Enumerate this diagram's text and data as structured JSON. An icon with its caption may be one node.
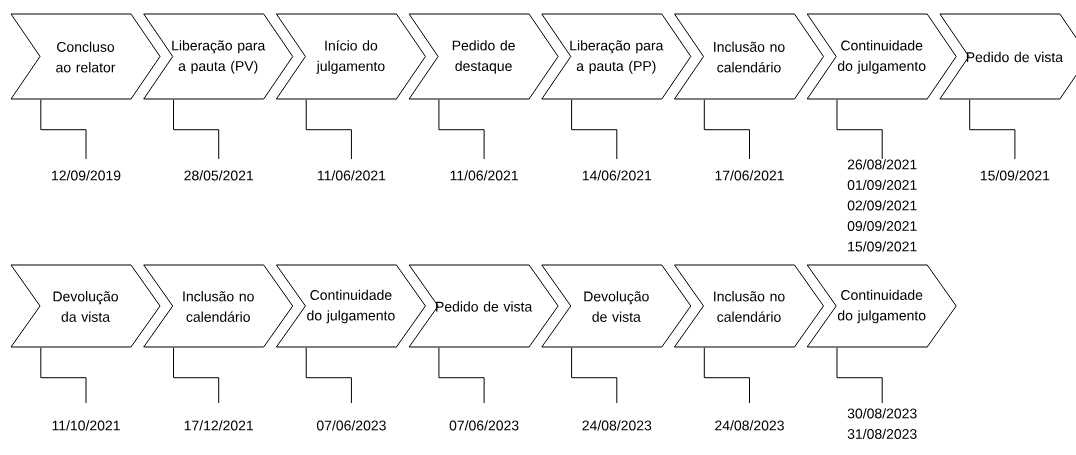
{
  "diagram": {
    "nodes": [
      {
        "text": [
          "Concluso ao relator"
        ]
      },
      {
        "text": [
          "12/09/2019"
        ]
      },
      {
        "text": [
          "Liberação para a pauta (PV)"
        ]
      },
      {
        "text": [
          "28/05/2021"
        ]
      },
      {
        "text": [
          "Início do julgamento"
        ]
      },
      {
        "text": [
          "11/06/2021"
        ]
      },
      {
        "text": [
          "Pedido de destaque"
        ]
      },
      {
        "text": [
          "11/06/2021"
        ]
      },
      {
        "text": [
          "Liberação para a pauta (PP)"
        ]
      },
      {
        "text": [
          "14/06/2021"
        ]
      },
      {
        "text": [
          "Inclusão no calendário"
        ]
      },
      {
        "text": [
          "17/06/2021"
        ]
      },
      {
        "text": [
          "Continuidade do julgamento"
        ]
      },
      {
        "text": [
          "26/08/2021",
          "01/09/2021",
          "02/09/2021",
          "09/09/2021",
          "15/09/2021"
        ]
      },
      {
        "text": [
          "Pedido de vista"
        ]
      },
      {
        "text": [
          "15/09/2021"
        ]
      },
      {
        "text": [
          "Devolução da vista"
        ]
      },
      {
        "text": [
          "11/10/2021"
        ]
      },
      {
        "text": [
          "Inclusão no calendário"
        ]
      },
      {
        "text": [
          "17/12/2021"
        ]
      },
      {
        "text": [
          "Continuidade do julgamento"
        ]
      },
      {
        "text": [
          "07/06/2023"
        ]
      },
      {
        "text": [
          "Pedido de vista"
        ]
      },
      {
        "text": [
          "07/06/2023"
        ]
      },
      {
        "text": [
          "Devolução de vista"
        ]
      },
      {
        "text": [
          "24/08/2023"
        ]
      },
      {
        "text": [
          "Inclusão no calendário"
        ]
      },
      {
        "text": [
          "24/08/2023"
        ]
      },
      {
        "text": [
          "Continuidade do julgamento"
        ]
      },
      {
        "text": [
          "30/08/2023",
          "31/08/2023"
        ]
      }
    ],
    "edges": [
      {
        "from": 0,
        "to": 1,
        "arrow": "none"
      },
      {
        "from": 2,
        "to": 3,
        "arrow": "none"
      },
      {
        "from": 4,
        "to": 5,
        "arrow": "none"
      },
      {
        "from": 6,
        "to": 7,
        "arrow": "none"
      },
      {
        "from": 8,
        "to": 9,
        "arrow": "none"
      },
      {
        "from": 10,
        "to": 11,
        "arrow": "none"
      },
      {
        "from": 12,
        "to": 13,
        "arrow": "none"
      },
      {
        "from": 14,
        "to": 15,
        "arrow": "none"
      },
      {
        "from": 16,
        "to": 17,
        "arrow": "none"
      },
      {
        "from": 18,
        "to": 19,
        "arrow": "none"
      },
      {
        "from": 20,
        "to": 21,
        "arrow": "none"
      },
      {
        "from": 22,
        "to": 23,
        "arrow": "none"
      },
      {
        "from": 24,
        "to": 25,
        "arrow": "none"
      },
      {
        "from": 26,
        "to": 27,
        "arrow": "none"
      },
      {
        "from": 28,
        "to": 29,
        "arrow": "none"
      }
    ]
  }
}
